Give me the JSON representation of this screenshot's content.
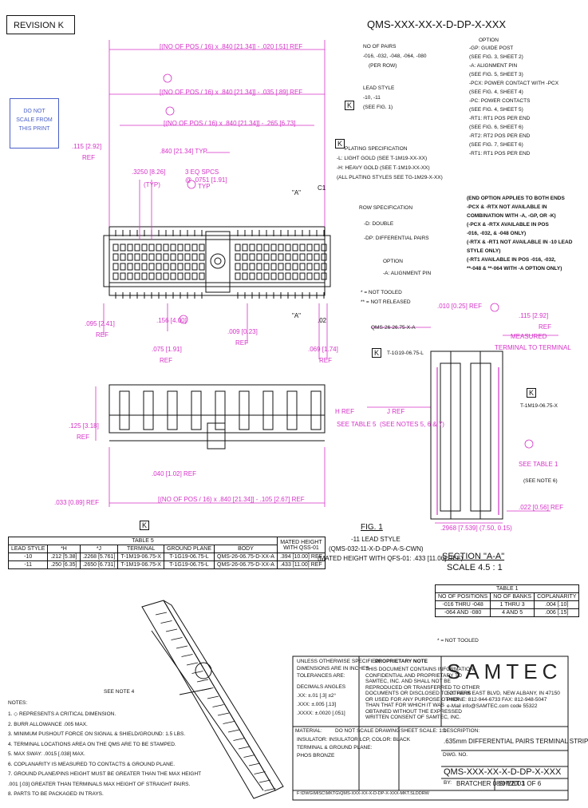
{
  "revision": "REVISION  K",
  "do_not_scale": [
    "DO NOT",
    "SCALE FROM",
    "THIS PRINT"
  ],
  "part_number": "QMS-XXX-XX-X-D-DP-X-XXX",
  "callouts": {
    "option": "OPTION",
    "option_lines": [
      "-GP: GUIDE POST",
      "(SEE FIG. 3, SHEET 2)",
      "-A: ALIGNMENT PIN",
      "(SEE FIG. 5, SHEET 3)",
      "-PCX: POWER CONTACT WITH -PCX",
      "(SEE FIG. 4, SHEET 4)",
      "-PC: POWER CONTACTS",
      "(SEE FIG. 4, SHEET 5)",
      "-RT1: RT1 POS PER END",
      "(SEE FIG. 6, SHEET 6)",
      "-RT2: RT2 POS PER END",
      "(SEE FIG. 7, SHEET 6)",
      "-RT1: RT1 POS PER END"
    ],
    "no_of_pairs": "NO OF PAIRS",
    "no_of_pairs_values": "-016, -032, -048, -064, -080",
    "per_row": "(PER ROW)",
    "lead_style": "LEAD STYLE",
    "lead_style_values": "-10, -11",
    "see_fig": "(SEE FIG. 1)",
    "plating": "PLATING SPECIFICATION",
    "plating_lines": [
      "-L: LIGHT GOLD (SEE T-1M19-XX-XX)",
      "-H: HEAVY GOLD (SEE T-1M19-XX-XX)",
      "(ALL PLATING STYLES SEE TG-1M29-X-XX)"
    ],
    "row_spec": "ROW SPECIFICATION",
    "row_spec_value": "-D: DOUBLE",
    "diff_pairs": "-DP: DIFFERENTIAL PAIRS",
    "option2": "OPTION",
    "alignment_pin": "-A: ALIGNMENT PIN",
    "end_option": [
      "(END OPTION APPLIES TO BOTH ENDS",
      "-PCX & -RTX NOT AVAILABLE IN",
      "COMBINATION WITH -A, -GP, OR -K)",
      "(-PCX & -RTX AVAILABLE IN POS",
      "-016, -032, & -048 ONLY)",
      "(-RTX & -RT1 NOT AVAILABLE IN -10 LEAD",
      "STYLE ONLY)",
      "(-RT1 AVAILABLE IN POS -016, -032,",
      "**-048 & **-064 WITH -A OPTION ONLY)"
    ],
    "not_tooled": "* = NOT TOOLED",
    "not_released": "** = NOT RELEASED"
  },
  "dims": {
    "d1": "[(NO OF POS / 16) x .840 [21.34]] - .020 [.51] REF",
    "d2": "[(NO OF POS / 16) x .840 [21.34]] - .035 [.89] REF",
    "d3": "[(NO OF POS / 16) x .840 [21.34]] - .265 [6.73]",
    "d4": ".840 [21.34] TYP",
    "d5": ".115 [2.92]",
    "d5b": "REF",
    "d6": ".3250 [8.26]",
    "d6b": "(TYP)",
    "d7": "3 EQ SPCS",
    "d7b": "@ .0751 [1.91]",
    "d7c": "TYP",
    "d8": ".095 [2.41]",
    "d8b": "REF",
    "d9": ".156 [4.00]",
    "d10": ".009 [0.23]",
    "d10b": "REF",
    "d11": ".075 [1.91]",
    "d11b": "REF",
    "d12": ".069 [1.74]",
    "d12b": "REF",
    "d13": ".125 [3.18]",
    "d13b": "REF",
    "d14": ".040 [1.02] REF",
    "d15": ".033 [0.89] REF",
    "d16": "[(NO OF POS / 16) x .840 [21.34]] - .105 [2.67] REF",
    "d17": ".010 [0.25] REF",
    "d18": ".115 [2.92]",
    "d18b": "REF",
    "d19": ".022 [0.56] REF",
    "d20": ".2968 [7.539] (7.50, 0.15)",
    "h_note": "H REF",
    "h_see": "SEE TABLE 5",
    "j_ref": "J REF",
    "see_note": "(SEE NOTES 5, 6 & 7)",
    "see_table": "SEE TABLE 1",
    "see_note6": "(SEE NOTE 6)",
    "measured": "MEASURED",
    "terminal": "TERMINAL TO TERMINAL",
    "qms_a": "QMS-26-26.75-X-A",
    "t1g": "T-1G19-06.75-L",
    "t1m": "T-1M19-06.75-X",
    "ce": "C1",
    "a1": "\"A\"",
    "a2": "\"A\"",
    "c02": ".02"
  },
  "fig1": {
    "title": "FIG. 1",
    "l1": "-11 LEAD STYLE",
    "l2": "(QMS-032-11-X-D-DP-A-S-CWN)",
    "l3": "(MATED HEIGHT WITH QFS-01: .433 [11.00] REF)"
  },
  "section": {
    "title": "SECTION \"A-A\"",
    "scale": "SCALE 4.5 : 1"
  },
  "table5": {
    "title": "TABLE 5",
    "mated_header": "MATED HEIGHT",
    "mated_sub": "WITH QSS-01",
    "headers": [
      "LEAD STYLE",
      "*H",
      "*J",
      "TERMINAL",
      "GROUND PLANE",
      "BODY"
    ],
    "rows": [
      [
        "-10",
        ".212 [5.38]",
        ".2268 [5.761]",
        "T-1M19-06.75-X",
        "T-1G19-06.75-L",
        "QMS-26-06.75-D-XX-A",
        ".394 [10.00] REF"
      ],
      [
        "-11",
        ".250 [6.35]",
        ".2650 [6.731]",
        "T-1M19-06.75-X",
        "T-1G19-06.75-L",
        "QMS-26-06.75-D-XX-A",
        ".433 [11.00] REF"
      ]
    ]
  },
  "table1": {
    "title": "TABLE 1",
    "headers": [
      "NO OF POSITIONS",
      "NO OF BANKS",
      "COPLANARITY"
    ],
    "rows": [
      [
        "-016 THRU -048",
        "1 THRU 3",
        ".004 [.10]"
      ],
      [
        "-064 AND -080",
        "4 AND 5",
        ".006 [.15]"
      ]
    ],
    "footer": "* = NOT TOOLED"
  },
  "notes": {
    "title": "NOTES:",
    "lines": [
      "1. ◇ REPRESENTS A CRITICAL DIMENSION.",
      "2. BURR ALLOWANCE .005 MAX.",
      "3. MINIMUM PUSHOUT FORCE ON SIGNAL & SHIELD/GROUND: 1.5 LBS.",
      "4. TERMINAL LOCATIONS AREA ON THE QMS ARE TO BE STAMPED.",
      "5. MAX SWAY: .0015 [.038] MAX.",
      "6. COPLANARITY IS MEASURED TO CONTACTS & GROUND PLANE.",
      "7. GROUND PLANE/PINS HEIGHT MUST BE GREATER THAN THE MAX HEIGHT",
      "   .001 [.03] GREATER THAN TERMINALS MAX HEIGHT OF STRAIGHT PAIRS.",
      "8. PARTS TO BE PACKAGED IN TRAYS."
    ],
    "see_note4": "SEE NOTE 4"
  },
  "titleblock": {
    "unless": [
      "UNLESS OTHERWISE SPECIFIED,",
      "DIMENSIONS ARE IN INCHES",
      "TOLERANCES ARE:"
    ],
    "tol_lines": [
      "DECIMALS    ANGLES",
      ".XX: ±.01 [.3]   ±2°",
      ".XXX: ±.005 [.13]",
      ".XXXX: ±.0020 [.051]"
    ],
    "proprietary": "PROPRIETARY NOTE",
    "prop_lines": [
      "THIS DOCUMENT CONTAINS INFORMATION",
      "CONFIDENTIAL AND PROPRIETARY TO",
      "SAMTEC, INC. AND SHALL NOT BE",
      "REPRODUCED OR TRANSFERRED TO OTHER",
      "DOCUMENTS OR DISCLOSED TO OTHERS",
      "OR USED FOR ANY PURPOSE OTHER",
      "THAN THAT FOR WHICH IT WAS",
      "OBTAINED WITHOUT THE EXPRESSED",
      "WRITTEN CONSENT OF SAMTEC, INC."
    ],
    "company": "SAMTEC",
    "addr": [
      "520 PARK EAST BLVD, NEW ALBANY, IN 47150",
      "PHONE: 812-944-6733  FAX: 812-948-5047",
      "e-Mail info@SAMTEC.com  code 55322"
    ],
    "material": "MATERIAL:",
    "material_lines": [
      "INSULATOR: INSULATOR LCP, COLOR: BLACK",
      "TERMINAL & GROUND PLANE:",
      "PHOS BRONZE"
    ],
    "do_not_scale": "DO NOT SCALE DRAWING",
    "sheet_scale": "SHEET SCALE: 1:1",
    "description": "DESCRIPTION:",
    "desc_value": ".635mm DIFFERENTIAL PAIRS TERMINAL STRIP",
    "dwg_no": "DWG. NO.",
    "dwg_value": "QMS-XXX-XX-X-D-DP-X-XXX",
    "by": "BY:",
    "by_value": "BRATCHER  08/07/2003",
    "sheet": "SHEET 1 OF 6",
    "f_file": "F:\\DWG\\MISC\\MKTG\\QMS-XXX-XX-X-D-DP-X-XXX-MKT.SLDDRW"
  }
}
